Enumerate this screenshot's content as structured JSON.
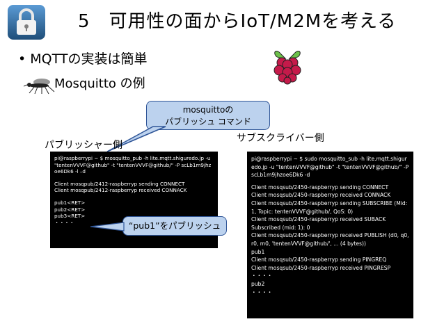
{
  "title": "5　可用性の面からIoT/M2Mを考える",
  "bullet": "• MQTTの実装は簡単",
  "sub_bullet": "Mosquitto の例",
  "callout_command": {
    "line1": "mosquittoの",
    "line2": "パブリッシュ コマンド"
  },
  "callout_publish": "“pub1”をパブリッシュ",
  "publisher_label": "パブリッシャー側",
  "subscriber_label": "サブスクライバー側",
  "publisher_terminal": {
    "command": "pi@raspberrypi ~ $ mosquitto_pub -h lite.mqtt.shiguredo.jp -u \"tentenVVVF@github\" -t \"tentenVVVF@github/\" -P scLb1m9jhzoe6Dk6 -l –d",
    "log": [
      "Client mosqpub/2412-raspberryp sending CONNECT",
      "Client mosqpub/2412-raspberryp received CONNACK"
    ],
    "inputs": [
      "pub1<RET>",
      "pub2<RET>",
      "pub3<RET>",
      "・・・・"
    ]
  },
  "subscriber_terminal": {
    "command": "pi@raspberrypi ~ $ sudo mosquitto_sub -h lite.mqtt.shiguredo.jp -u \"tentenVVVF@github\" -t \"tentenVVVF@github/\" -P scLb1m9jhzoe6Dk6 -d",
    "log": [
      "Client mosqsub/2450-raspberryp sending CONNECT",
      "Client mosqsub/2450-raspberryp received CONNACK",
      "Client mosqsub/2450-raspberryp sending SUBSCRIBE (Mid: 1, Topic: tentenVVVF@github/, QoS: 0)",
      "Client mosqsub/2450-raspberryp received SUBACK",
      "Subscribed (mid: 1): 0",
      "Client mosqsub/2450-raspberryp received PUBLISH (d0, q0, r0, m0, 'tentenVVVF@github/', ... (4 bytes))",
      "pub1",
      "Client mosqsub/2450-raspberryp sending PINGREQ",
      "Client mosqsub/2450-raspberryp received PINGRESP",
      "・・・・",
      "pub2",
      "・・・・"
    ]
  },
  "icons": {
    "lock": "lock-icon",
    "mosquito": "mosquito-icon",
    "raspberry": "raspberry-pi-logo"
  },
  "colors": {
    "callout_fill": "#bcd2ee",
    "callout_border": "#2f5597",
    "terminal_bg": "#000000",
    "terminal_text": "#ffffff",
    "lock_blue": "#2e75b6"
  }
}
